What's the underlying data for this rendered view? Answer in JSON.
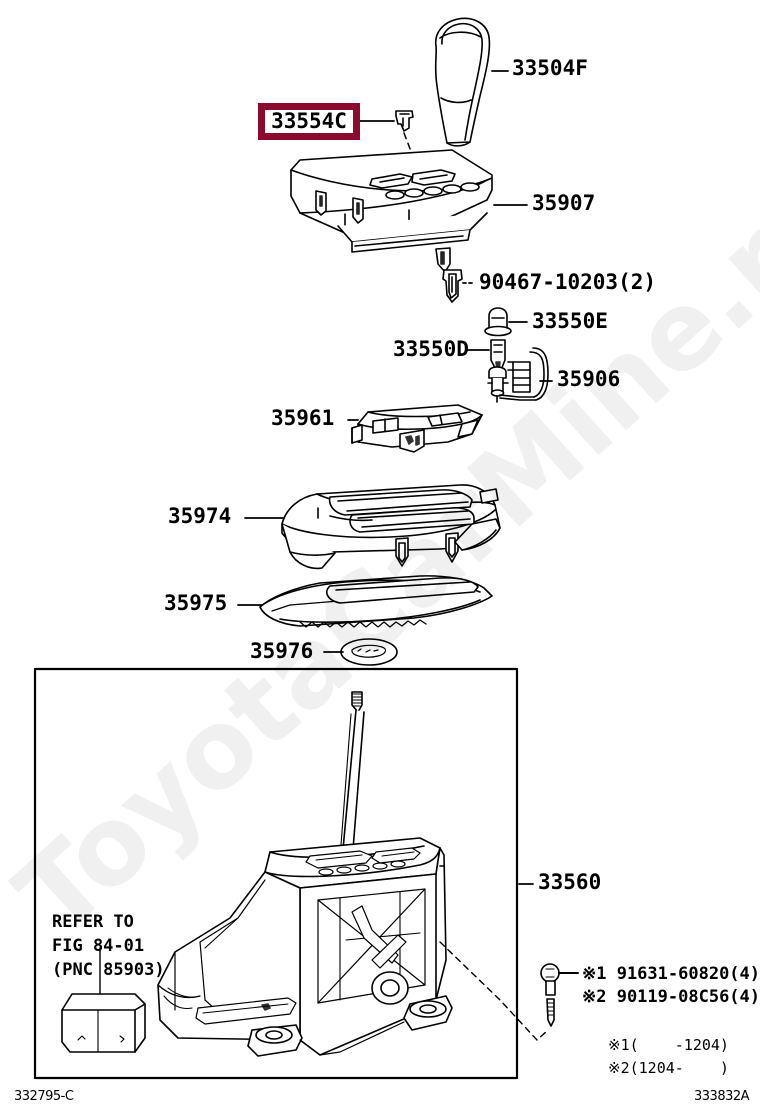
{
  "diagram": {
    "title": "Toyota Shift Lever / Floor Shift Assembly Parts Diagram",
    "sheet_code_left": "332795-C",
    "sheet_code_right": "333832A",
    "watermark": "ToyotaCarMine.ru",
    "highlight_color": "#8b0a2e"
  },
  "callouts": {
    "knob": "33504F",
    "clip_highlight": "33554C",
    "panel_plate": "35907",
    "screw_90467": "90467-10203(2)",
    "bulb_socket_e": "33550E",
    "bulb_d": "33550D",
    "wire_harness": "35906",
    "bracket_35961": "35961",
    "housing_35974": "35974",
    "cover_35975": "35975",
    "cap_35976": "35976",
    "shift_assembly": "33560"
  },
  "refer_note": {
    "line1": "REFER TO",
    "line2": "FIG 84-01",
    "line3": "(PNC 85903)"
  },
  "bolt_notes": {
    "mark1": "※1 91631-60820(4)",
    "mark2": "※2 90119-08C56(4)",
    "range1": "※1(    -1204)",
    "range2": "※2(1204-    )"
  }
}
